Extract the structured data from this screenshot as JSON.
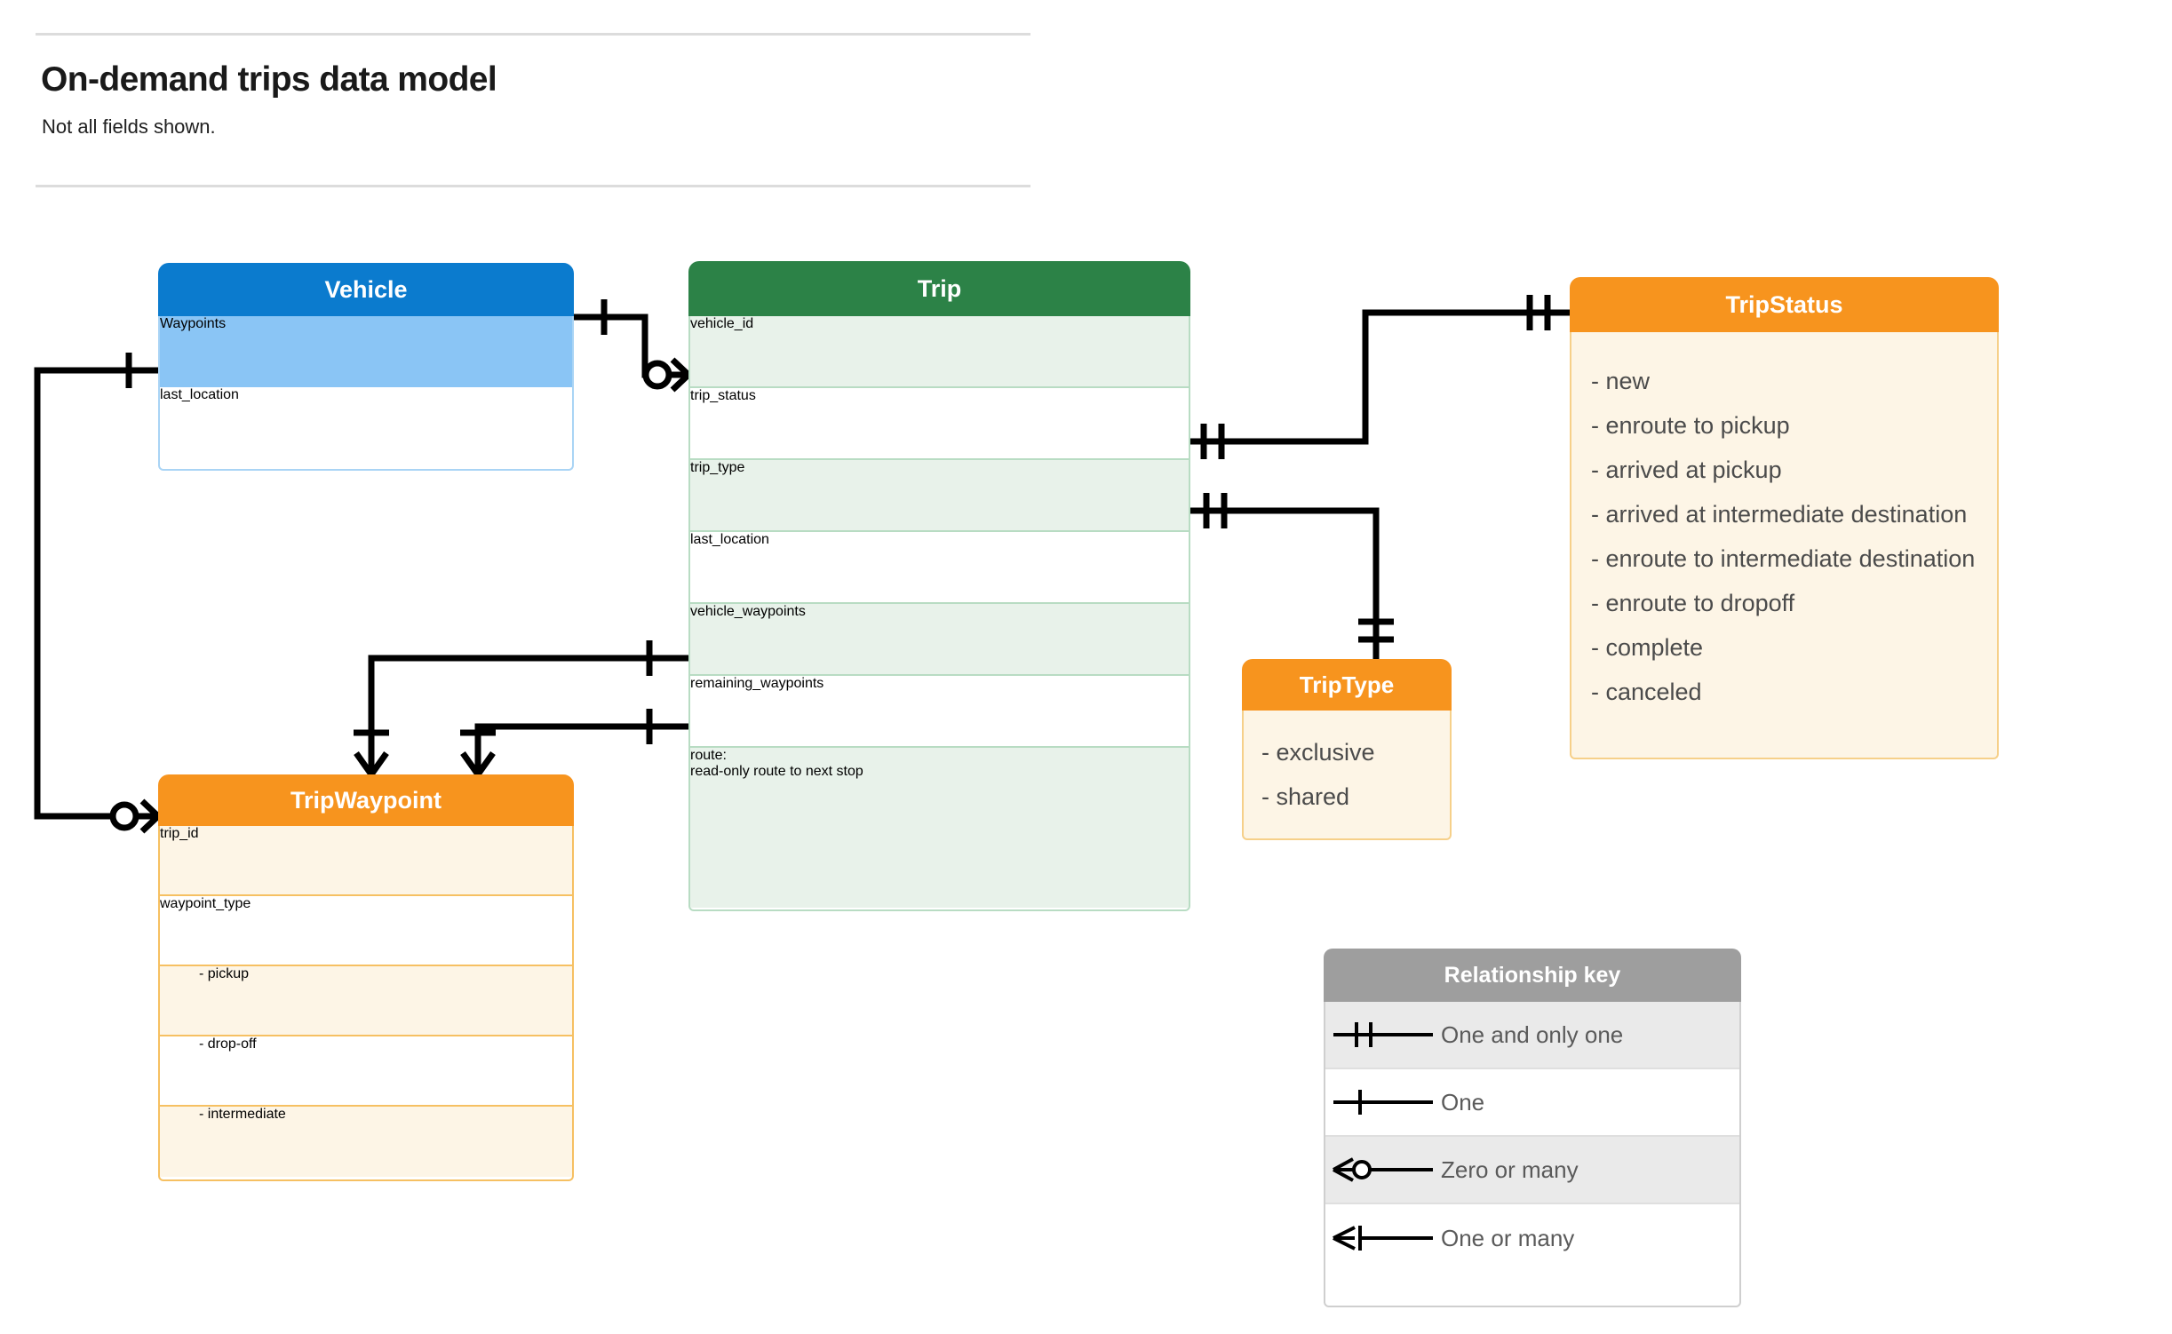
{
  "header": {
    "title": "On-demand trips data model",
    "subtitle": "Not all fields shown."
  },
  "entities": {
    "vehicle": {
      "name": "Vehicle",
      "header_color": "#0b7bce",
      "rows": [
        {
          "label": "Waypoints"
        },
        {
          "label": "last_location"
        }
      ]
    },
    "trip": {
      "name": "Trip",
      "header_color": "#2c8247",
      "rows": [
        {
          "label": "vehicle_id"
        },
        {
          "label": "trip_status"
        },
        {
          "label": "trip_type"
        },
        {
          "label": "last_location"
        },
        {
          "label": "vehicle_waypoints"
        },
        {
          "label": "remaining_waypoints"
        }
      ],
      "note_line1": "route:",
      "note_line2": "read-only route to next stop"
    },
    "trip_status": {
      "name": "TripStatus",
      "header_color": "#f7941e",
      "values": [
        "- new",
        "- enroute to pickup",
        "- arrived at pickup",
        "- arrived at intermediate destination",
        "- enroute to intermediate destination",
        "- enroute to dropoff",
        "- complete",
        "- canceled"
      ]
    },
    "trip_type": {
      "name": "TripType",
      "header_color": "#f7941e",
      "values": [
        "- exclusive",
        "- shared"
      ]
    },
    "trip_waypoint": {
      "name": "TripWaypoint",
      "header_color": "#f7941e",
      "rows": [
        {
          "label": "trip_id"
        },
        {
          "label": "waypoint_type"
        },
        {
          "label": "-  pickup"
        },
        {
          "label": "-  drop-off"
        },
        {
          "label": "-  intermediate"
        }
      ]
    }
  },
  "legend": {
    "title": "Relationship key",
    "header_color": "#9e9e9e",
    "rows": [
      {
        "symbol": "one-and-only-one-symbol",
        "label": "One and only one"
      },
      {
        "symbol": "one-symbol",
        "label": "One"
      },
      {
        "symbol": "zero-or-many-symbol",
        "label": "Zero or many"
      },
      {
        "symbol": "one-or-many-symbol",
        "label": "One or many"
      }
    ]
  },
  "relationships": [
    {
      "from": "Vehicle",
      "to": "Trip.vehicle_id",
      "from_card": "one",
      "to_card": "zero or many"
    },
    {
      "from": "Vehicle.Waypoints",
      "to": "TripWaypoint",
      "from_card": "one",
      "to_card": "zero or many"
    },
    {
      "from": "Trip.trip_status",
      "to": "TripStatus",
      "from_card": "one and only one",
      "to_card": "one and only one"
    },
    {
      "from": "Trip.trip_type",
      "to": "TripType",
      "from_card": "one and only one",
      "to_card": "one and only one"
    },
    {
      "from": "Trip.vehicle_waypoints",
      "to": "TripWaypoint",
      "from_card": "one",
      "to_card": "one or many"
    },
    {
      "from": "Trip.remaining_waypoints",
      "to": "TripWaypoint",
      "from_card": "one",
      "to_card": "one or many"
    }
  ]
}
